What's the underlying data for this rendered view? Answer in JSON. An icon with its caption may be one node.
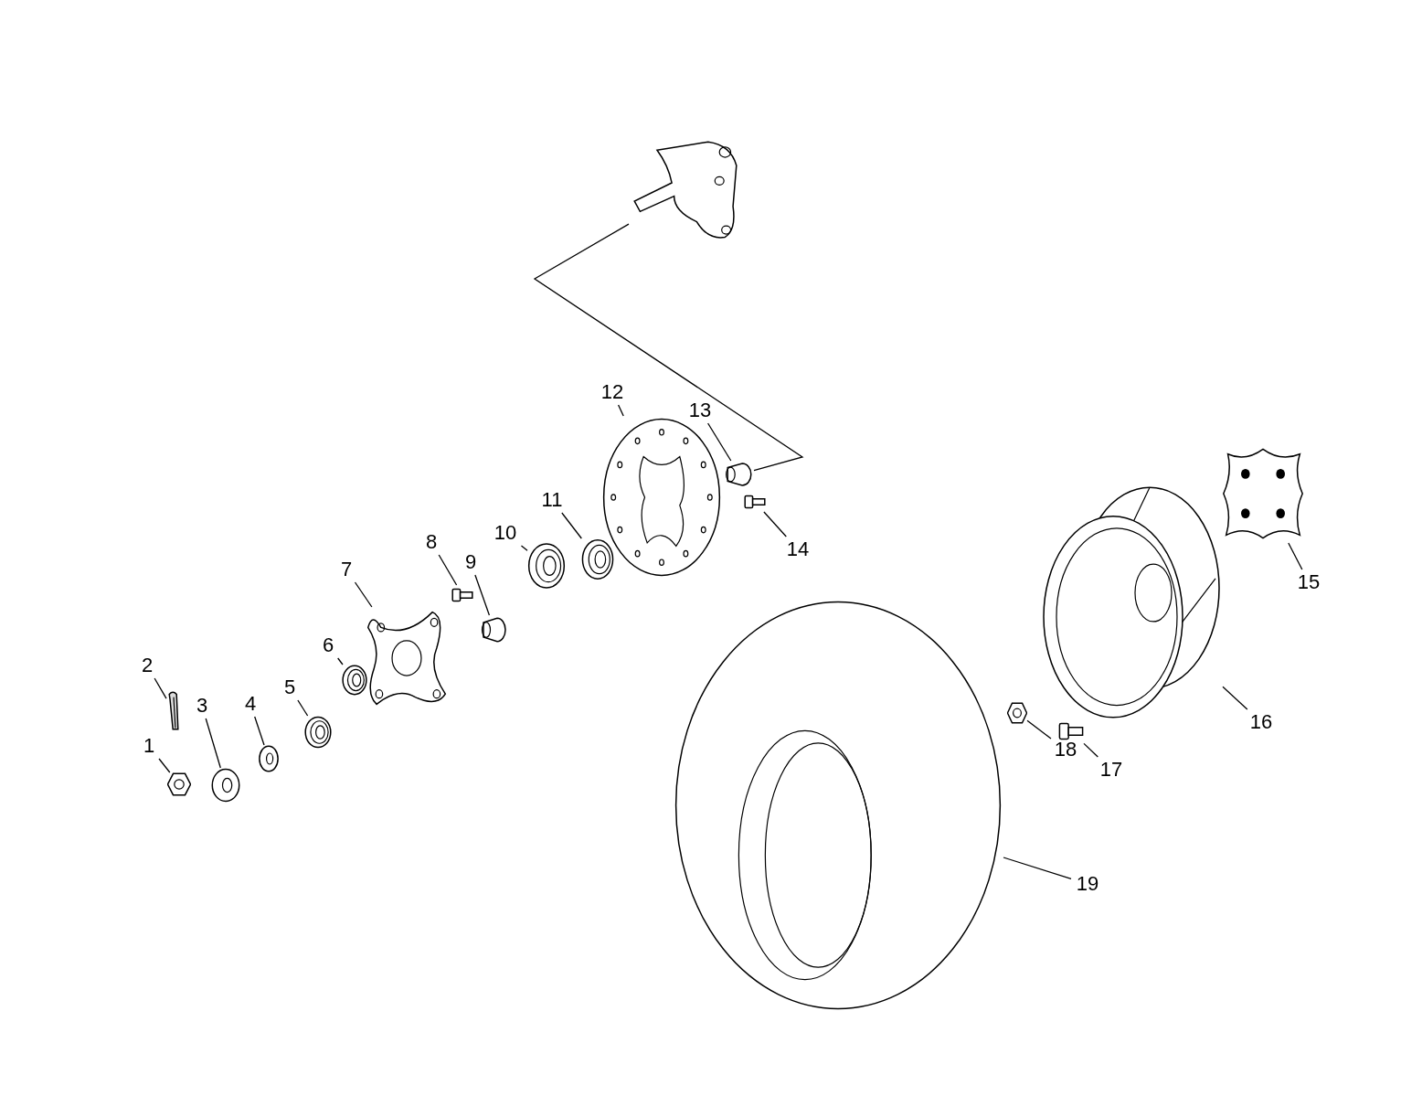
{
  "diagram": {
    "nodes": [
      {
        "text": [
          "1"
        ]
      },
      {
        "text": [
          "2"
        ]
      },
      {
        "text": [
          "3"
        ]
      },
      {
        "text": [
          "4"
        ]
      },
      {
        "text": [
          "5"
        ]
      },
      {
        "text": [
          "6"
        ]
      },
      {
        "text": [
          "7"
        ]
      },
      {
        "text": [
          "8"
        ]
      },
      {
        "text": [
          "9"
        ]
      },
      {
        "text": [
          "10"
        ]
      },
      {
        "text": [
          "11"
        ]
      },
      {
        "text": [
          "12"
        ]
      },
      {
        "text": [
          "13"
        ]
      },
      {
        "text": [
          "14"
        ]
      },
      {
        "text": [
          "15"
        ]
      },
      {
        "text": [
          "16"
        ]
      },
      {
        "text": [
          "17"
        ]
      },
      {
        "text": [
          "18"
        ]
      },
      {
        "text": [
          "19"
        ]
      },
      {
        "text": [],
        "shape": "picture"
      },
      {
        "text": [],
        "shape": "picture"
      },
      {
        "text": [],
        "shape": "picture"
      },
      {
        "text": [],
        "shape": "picture"
      },
      {
        "text": [],
        "shape": "picture"
      },
      {
        "text": [],
        "shape": "picture"
      },
      {
        "text": [],
        "shape": "picture"
      },
      {
        "text": [],
        "shape": "picture"
      },
      {
        "text": [],
        "shape": "picture"
      },
      {
        "text": [],
        "shape": "picture"
      },
      {
        "text": [],
        "shape": "picture"
      },
      {
        "text": [],
        "shape": "picture"
      },
      {
        "text": [],
        "shape": "picture"
      },
      {
        "text": [],
        "shape": "picture"
      },
      {
        "text": [],
        "shape": "picture"
      },
      {
        "text": [],
        "shape": "picture"
      },
      {
        "text": [],
        "shape": "picture"
      },
      {
        "text": [],
        "shape": "picture"
      },
      {
        "text": [],
        "shape": "picture"
      },
      {
        "text": [],
        "shape": "picture"
      }
    ],
    "edges": [
      {
        "from": 0,
        "to": 19,
        "arrow": "none"
      },
      {
        "from": 1,
        "to": 20,
        "arrow": "none"
      },
      {
        "from": 2,
        "to": 21,
        "arrow": "none"
      },
      {
        "from": 3,
        "to": 22,
        "arrow": "none"
      },
      {
        "from": 4,
        "to": 23,
        "arrow": "none"
      },
      {
        "from": 5,
        "to": 24,
        "arrow": "none"
      },
      {
        "from": 6,
        "to": 25,
        "arrow": "none"
      },
      {
        "from": 7,
        "to": 26,
        "arrow": "none"
      },
      {
        "from": 8,
        "to": 27,
        "arrow": "none"
      },
      {
        "from": 9,
        "to": 28,
        "arrow": "none"
      },
      {
        "from": 10,
        "to": 29,
        "arrow": "none"
      },
      {
        "from": 11,
        "to": 30,
        "arrow": "none"
      },
      {
        "from": 12,
        "to": 31,
        "arrow": "none"
      },
      {
        "from": 13,
        "to": 32,
        "arrow": "none"
      },
      {
        "from": 14,
        "to": 33,
        "arrow": "none"
      },
      {
        "from": 15,
        "to": 34,
        "arrow": "none"
      },
      {
        "from": 16,
        "to": 35,
        "arrow": "none"
      },
      {
        "from": 17,
        "to": 36,
        "arrow": "none"
      },
      {
        "from": 18,
        "to": 37,
        "arrow": "none"
      },
      {
        "from": 38,
        "to": 31,
        "arrow": "none"
      }
    ]
  }
}
